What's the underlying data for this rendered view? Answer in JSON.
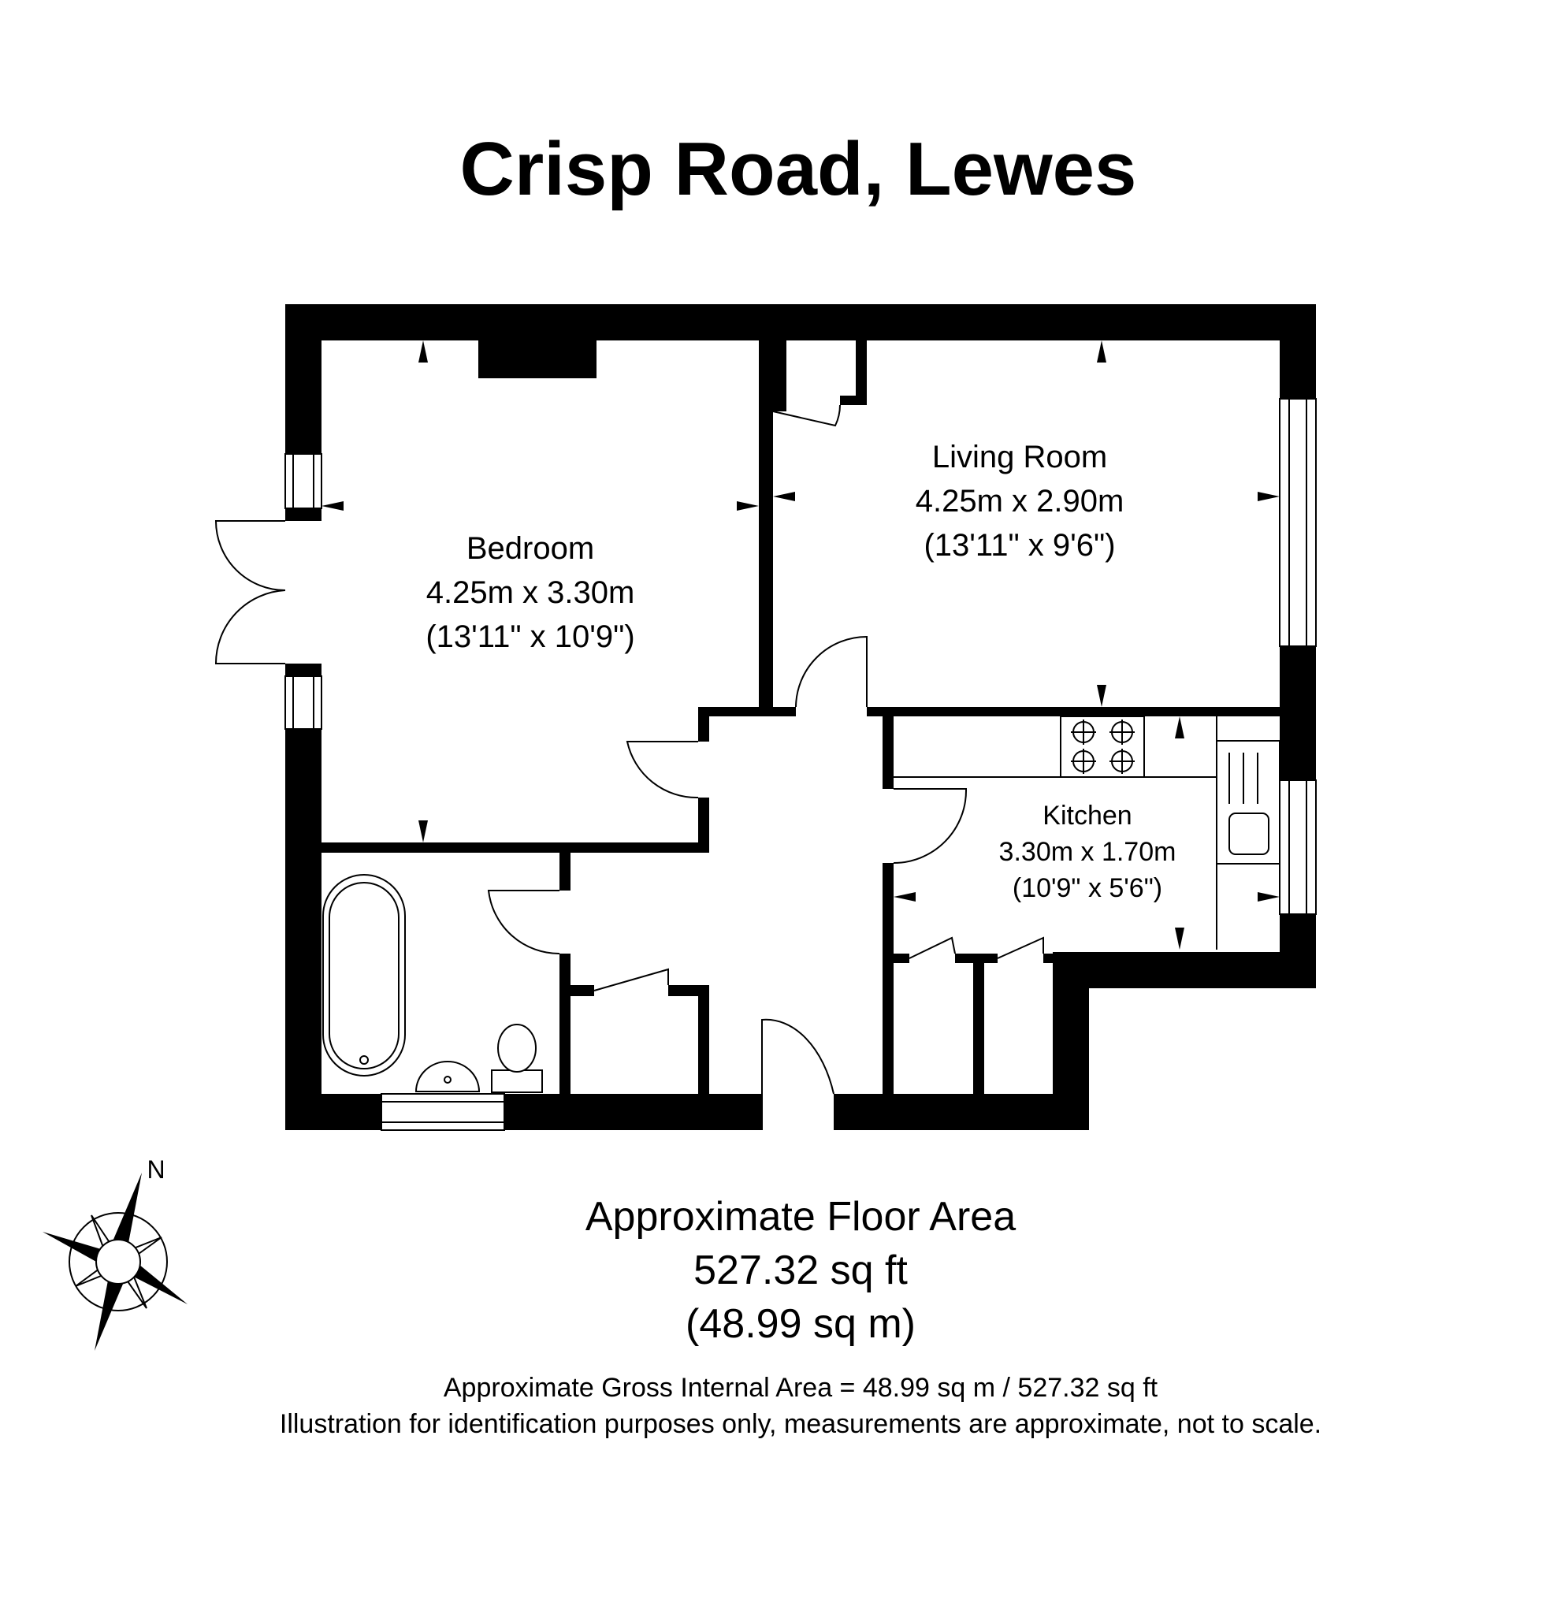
{
  "title": "Crisp Road, Lewes",
  "rooms": {
    "bedroom": {
      "name": "Bedroom",
      "metric": "4.25m x 3.30m",
      "imperial": "(13'11\" x 10'9\")"
    },
    "living": {
      "name": "Living Room",
      "metric": "4.25m x 2.90m",
      "imperial": "(13'11\" x 9'6\")"
    },
    "kitchen": {
      "name": "Kitchen",
      "metric": "3.30m x 1.70m",
      "imperial": "(10'9\" x 5'6\")"
    }
  },
  "area": {
    "heading": "Approximate Floor Area",
    "sqft": "527.32 sq ft",
    "sqm": "(48.99 sq m)"
  },
  "footer": {
    "gross": "Approximate Gross Internal Area = 48.99 sq m / 527.32 sq ft",
    "disclaimer": "Illustration for identification purposes only, measurements are approximate, not to scale."
  },
  "compass": {
    "label": "N",
    "icon": "compass-rose-icon"
  },
  "colors": {
    "walls": "#000000",
    "background": "#ffffff"
  }
}
